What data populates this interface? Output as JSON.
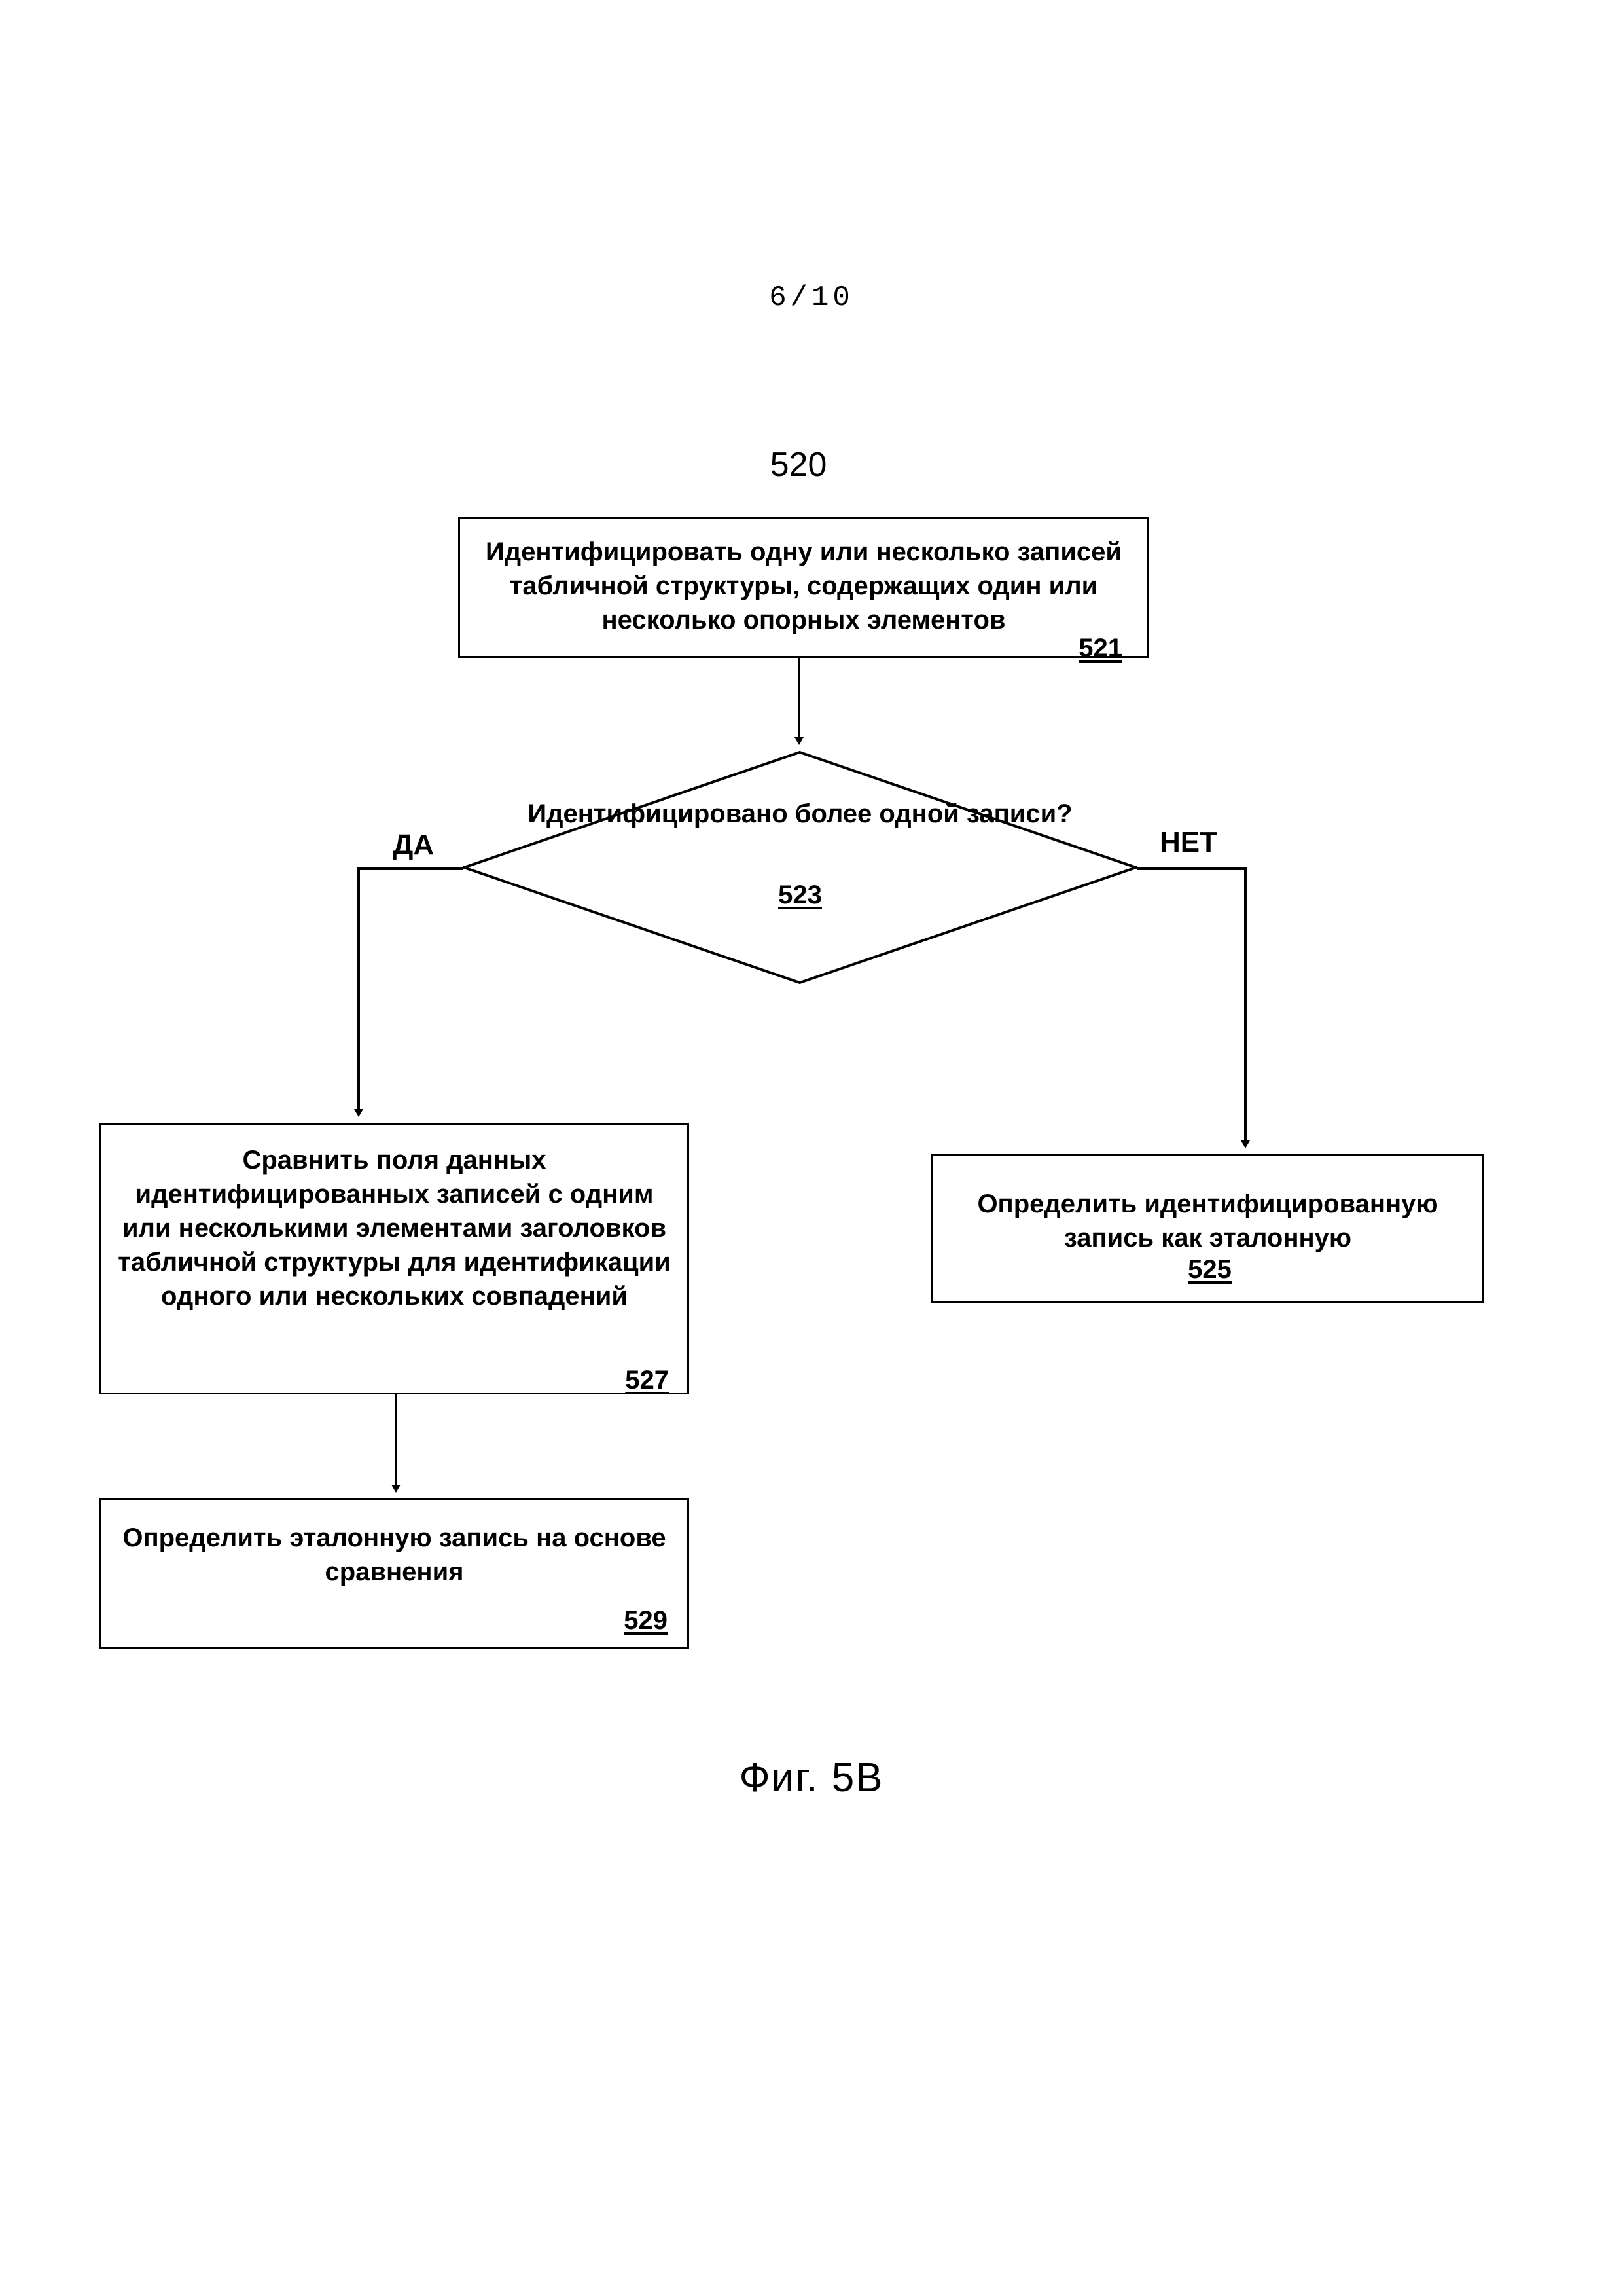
{
  "page": {
    "page_number": "6/10",
    "figure_caption": "Фиг. 5B",
    "flow_reference": "520"
  },
  "flowchart": {
    "nodes": [
      {
        "id": "521",
        "type": "process",
        "text": "Идентифицировать одну или несколько записей табличной структуры, содержащих один или несколько опорных элементов",
        "ref": "521"
      },
      {
        "id": "523",
        "type": "decision",
        "text": "Идентифицировано более одной записи?",
        "ref": "523"
      },
      {
        "id": "527",
        "type": "process",
        "text": "Сравнить поля данных идентифицированных записей с одним или несколькими элементами заголовков табличной структуры для идентификации одного или нескольких совпадений",
        "ref": "527"
      },
      {
        "id": "525",
        "type": "process",
        "text": "Определить идентифицированную запись как эталонную",
        "ref": "525"
      },
      {
        "id": "529",
        "type": "process",
        "text": "Определить эталонную запись на основе сравнения",
        "ref": "529"
      }
    ],
    "branch_labels": {
      "yes": "ДА",
      "no": "НЕТ"
    },
    "edges": [
      {
        "from": "521",
        "to": "523",
        "label": ""
      },
      {
        "from": "523",
        "to": "527",
        "label": "ДА"
      },
      {
        "from": "523",
        "to": "525",
        "label": "НЕТ"
      },
      {
        "from": "527",
        "to": "529",
        "label": ""
      }
    ]
  },
  "colors": {
    "stroke": "#000000",
    "background": "#ffffff"
  }
}
